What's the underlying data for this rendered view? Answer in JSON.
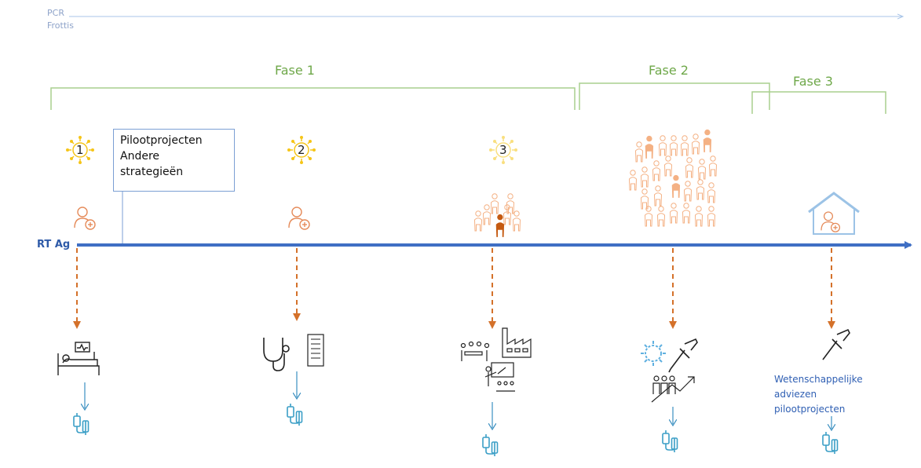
{
  "legend": {
    "pcr": "PCR",
    "frottis": "Frottis"
  },
  "phases": [
    {
      "label": "Fase 1"
    },
    {
      "label": "Fase 2"
    },
    {
      "label": "Fase 3"
    }
  ],
  "timeline": {
    "label": "RT Ag"
  },
  "steps": [
    {
      "number": "1"
    },
    {
      "number": "2"
    },
    {
      "number": "3"
    }
  ],
  "callout": {
    "lines": [
      "Pilootprojecten",
      "Andere",
      "strategieën"
    ]
  },
  "advice": {
    "lines": [
      "Wetenschappelijke",
      "adviezen",
      "pilootprojecten"
    ]
  },
  "colors": {
    "axis": "#3f6fc4",
    "phase": "#a9cf8e",
    "arrow": "#d4712a",
    "sun": "#f5c518",
    "people": "#f4b184",
    "people_dark": "#c55a11",
    "blue_arrow": "#3a8fc0",
    "virus": "#5fb0e0"
  }
}
